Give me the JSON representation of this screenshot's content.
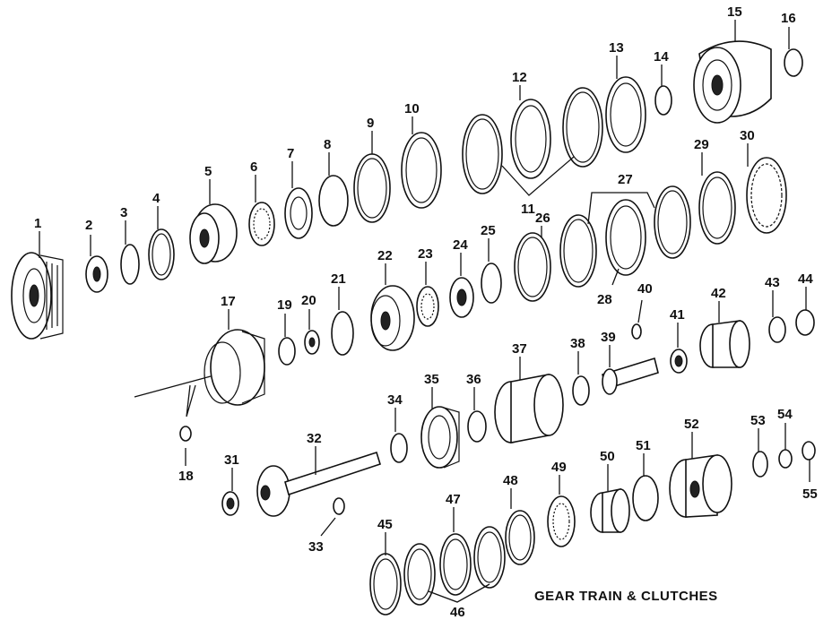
{
  "caption": "GEAR TRAIN & CLUTCHES",
  "labels": {
    "p1": "1",
    "p2": "2",
    "p3": "3",
    "p4": "4",
    "p5": "5",
    "p6": "6",
    "p7": "7",
    "p8": "8",
    "p9": "9",
    "p10": "10",
    "p11": "11",
    "p12": "12",
    "p13": "13",
    "p14": "14",
    "p15": "15",
    "p16": "16",
    "p17": "17",
    "p18": "18",
    "p19": "19",
    "p20": "20",
    "p21": "21",
    "p22": "22",
    "p23": "23",
    "p24": "24",
    "p25": "25",
    "p26": "26",
    "p27": "27",
    "p28": "28",
    "p29": "29",
    "p30": "30",
    "p31": "31",
    "p32": "32",
    "p33": "33",
    "p34": "34",
    "p35": "35",
    "p36": "36",
    "p37": "37",
    "p38": "38",
    "p39": "39",
    "p40": "40",
    "p41": "41",
    "p42": "42",
    "p43": "43",
    "p44": "44",
    "p45": "45",
    "p46": "46",
    "p47": "47",
    "p48": "48",
    "p49": "49",
    "p50": "50",
    "p51": "51",
    "p52": "52",
    "p53": "53",
    "p54": "54",
    "p55": "55"
  }
}
